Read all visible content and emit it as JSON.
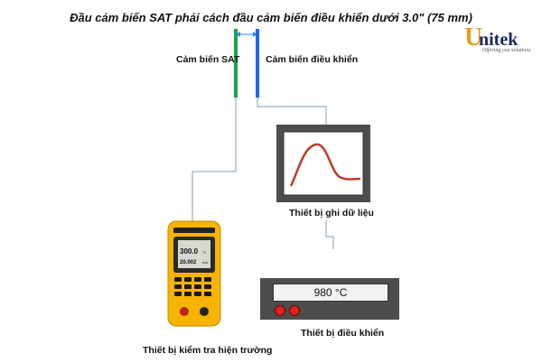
{
  "title": "Đầu cảm biến SAT phải cách đầu cảm biến điều khiển dưới 3.0\" (75 mm)",
  "logo": {
    "brand_u": "U",
    "brand_rest": "nitek",
    "tagline": "Offering you solutions"
  },
  "labels": {
    "sat_sensor": "Cảm biến SAT",
    "control_sensor": "Cảm biến điều khiển",
    "data_logger": "Thiết bị ghi dữ liệu",
    "field_tester": "Thiết bị kiểm tra hiện trường",
    "controller": "Thiết bị điều khiển"
  },
  "controller_display": "980 °C",
  "field_tester_display": {
    "reading1": "300.0",
    "reading2": "20.002",
    "unit1": "°C",
    "unit2": "mA"
  },
  "colors": {
    "sat_sensor": "#16a34a",
    "control_sensor": "#2563eb",
    "arrow": "#3b82f6",
    "tester_body": "#f4b400",
    "logger_curve": "#c0392b"
  }
}
